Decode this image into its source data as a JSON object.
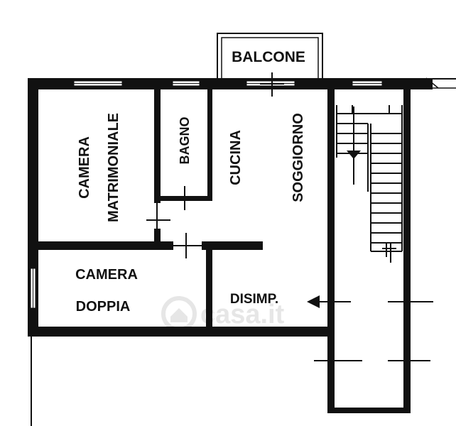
{
  "floorplan": {
    "rooms": {
      "balcone": "BALCONE",
      "camera_matrimoniale_line1": "CAMERA",
      "camera_matrimoniale_line2": "MATRIMONIALE",
      "bagno": "BAGNO",
      "cucina": "CUCINA",
      "soggiorno": "SOGGIORNO",
      "camera_doppia_line1": "CAMERA",
      "camera_doppia_line2": "DOPPIA",
      "disimp": "DISIMP."
    },
    "watermark": "casa.it",
    "colors": {
      "wall": "#111111",
      "background": "#ffffff",
      "watermark": "#e6e6e6"
    },
    "icons": [
      "entrance-arrow-icon",
      "staircase-icon",
      "door-swing-icon",
      "window-icon"
    ]
  }
}
